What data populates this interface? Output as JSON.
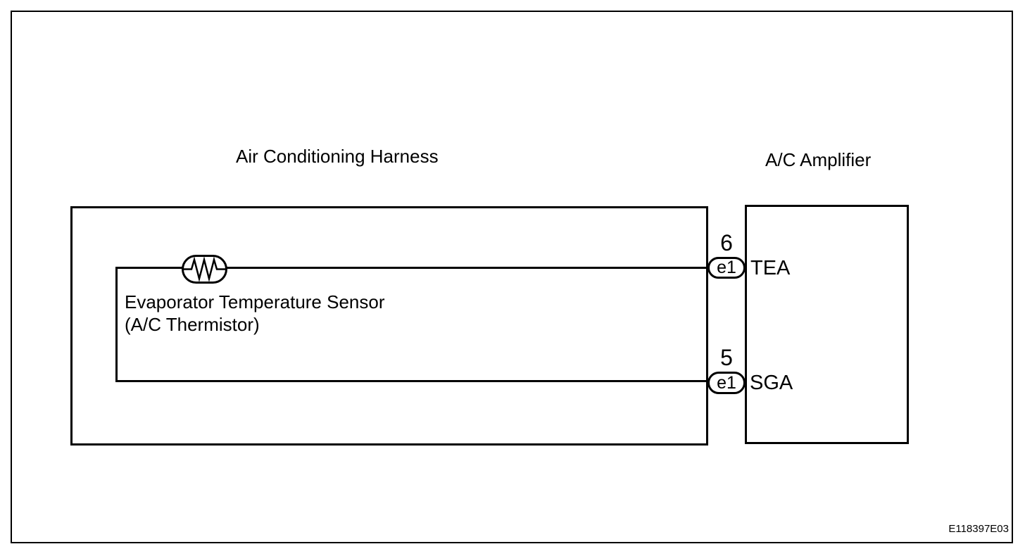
{
  "diagram": {
    "background_color": "#ffffff",
    "line_color": "#000000",
    "harness": {
      "label": "Air Conditioning Harness",
      "sensor": {
        "name_line1": "Evaporator Temperature Sensor",
        "name_line2": "(A/C Thermistor)"
      }
    },
    "amplifier": {
      "label": "A/C Amplifier"
    },
    "pins": [
      {
        "number": "6",
        "connector": "e1",
        "signal": "TEA"
      },
      {
        "number": "5",
        "connector": "e1",
        "signal": "SGA"
      }
    ],
    "figure_code": "E118397E03"
  }
}
